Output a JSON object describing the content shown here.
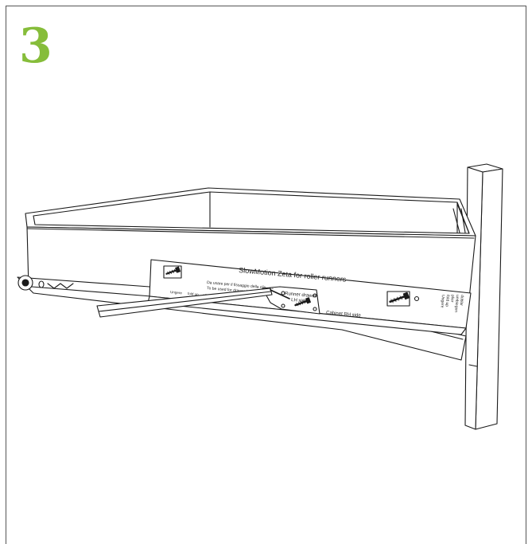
{
  "step": {
    "number": "3",
    "color": "#86bd3a"
  },
  "template": {
    "title": "SlowMotion Zeta for roller runners",
    "note_line1": "Da usare per il fissaggio della clip",
    "note_line2": "To be used for drawer bracket fixing",
    "runner_label1": "Runner drawer",
    "runner_label2": "LH side",
    "cabinet_label": "Cabinet RH side",
    "bottom_options": [
      "Ungere",
      "fold up",
      "plier",
      "umbiegen",
      "doblar"
    ],
    "side_options": [
      "Ungere",
      "fold up",
      "plier",
      "umbiegen",
      "doblar"
    ]
  },
  "icons": [
    "screw-icon",
    "screw-icon",
    "screw-icon"
  ]
}
